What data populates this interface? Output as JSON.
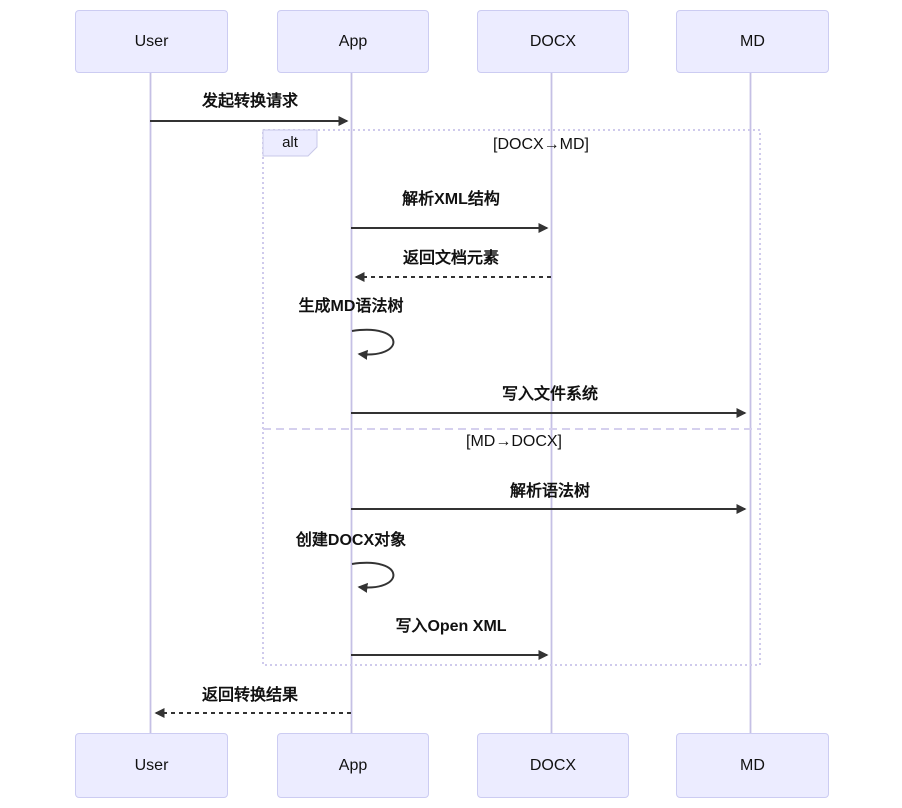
{
  "diagram_type": "sequence",
  "actors": [
    {
      "id": "user",
      "label": "User"
    },
    {
      "id": "app",
      "label": "App"
    },
    {
      "id": "docx",
      "label": "DOCX"
    },
    {
      "id": "md",
      "label": "MD"
    }
  ],
  "alt_frame": {
    "label": "alt",
    "sections": [
      {
        "condition": "[DOCX→MD]"
      },
      {
        "condition": "[MD→DOCX]"
      }
    ]
  },
  "messages": [
    {
      "from": "User",
      "to": "App",
      "text": "发起转换请求",
      "line": "solid"
    },
    {
      "from": "App",
      "to": "DOCX",
      "text": "解析XML结构",
      "line": "solid"
    },
    {
      "from": "DOCX",
      "to": "App",
      "text": "返回文档元素",
      "line": "dashed"
    },
    {
      "from": "App",
      "to": "App",
      "text": "生成MD语法树",
      "line": "self"
    },
    {
      "from": "App",
      "to": "MD",
      "text": "写入文件系统",
      "line": "solid"
    },
    {
      "from": "App",
      "to": "MD",
      "text": "解析语法树",
      "line": "solid"
    },
    {
      "from": "App",
      "to": "App",
      "text": "创建DOCX对象",
      "line": "self"
    },
    {
      "from": "App",
      "to": "DOCX",
      "text": "写入Open XML",
      "line": "solid"
    },
    {
      "from": "App",
      "to": "User",
      "text": "返回转换结果",
      "line": "dashed"
    }
  ],
  "colors": {
    "actor_fill": "#ECECFF",
    "actor_border": "#CCCCF2",
    "lifeline": "#C5C0E5",
    "arrow": "#333333",
    "frame_border": "#CFCAEC",
    "text": "#111111",
    "background": "#FFFFFF"
  }
}
